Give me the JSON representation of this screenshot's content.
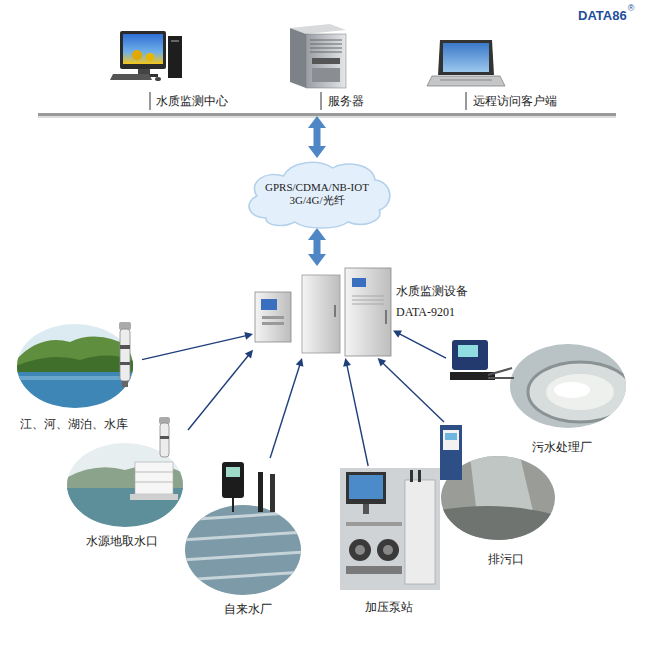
{
  "diagram": {
    "nodes": [
      {
        "text": [
          "水质监测中心"
        ]
      },
      {
        "text": [
          "服务器"
        ]
      },
      {
        "text": [
          "远程访问客户端"
        ]
      },
      {
        "text": [
          "GPRS/CDMA/NB-IOT 3G/4G/光纤"
        ]
      },
      {
        "text": [
          "水质监测设备",
          "DATA-9201"
        ]
      },
      {
        "text": [
          "江、河、湖泊、水库"
        ]
      },
      {
        "text": [
          "水源地取水口"
        ]
      },
      {
        "text": [
          "自来水厂"
        ]
      },
      {
        "text": [
          "加压泵站"
        ]
      },
      {
        "text": [
          "排污口"
        ]
      },
      {
        "text": [
          "污水处理厂"
        ]
      }
    ],
    "edges": [
      {
        "from": 1,
        "to": 3,
        "arrow": "both"
      },
      {
        "from": 3,
        "to": 4,
        "arrow": "both"
      },
      {
        "from": 5,
        "to": 4,
        "arrow": "to"
      },
      {
        "from": 6,
        "to": 4,
        "arrow": "to"
      },
      {
        "from": 7,
        "to": 4,
        "arrow": "to"
      },
      {
        "from": 8,
        "to": 4,
        "arrow": "to"
      },
      {
        "from": 9,
        "to": 4,
        "arrow": "to"
      },
      {
        "from": 10,
        "to": 4,
        "arrow": "to"
      }
    ],
    "labels": [
      "DATA86",
      "®"
    ]
  }
}
